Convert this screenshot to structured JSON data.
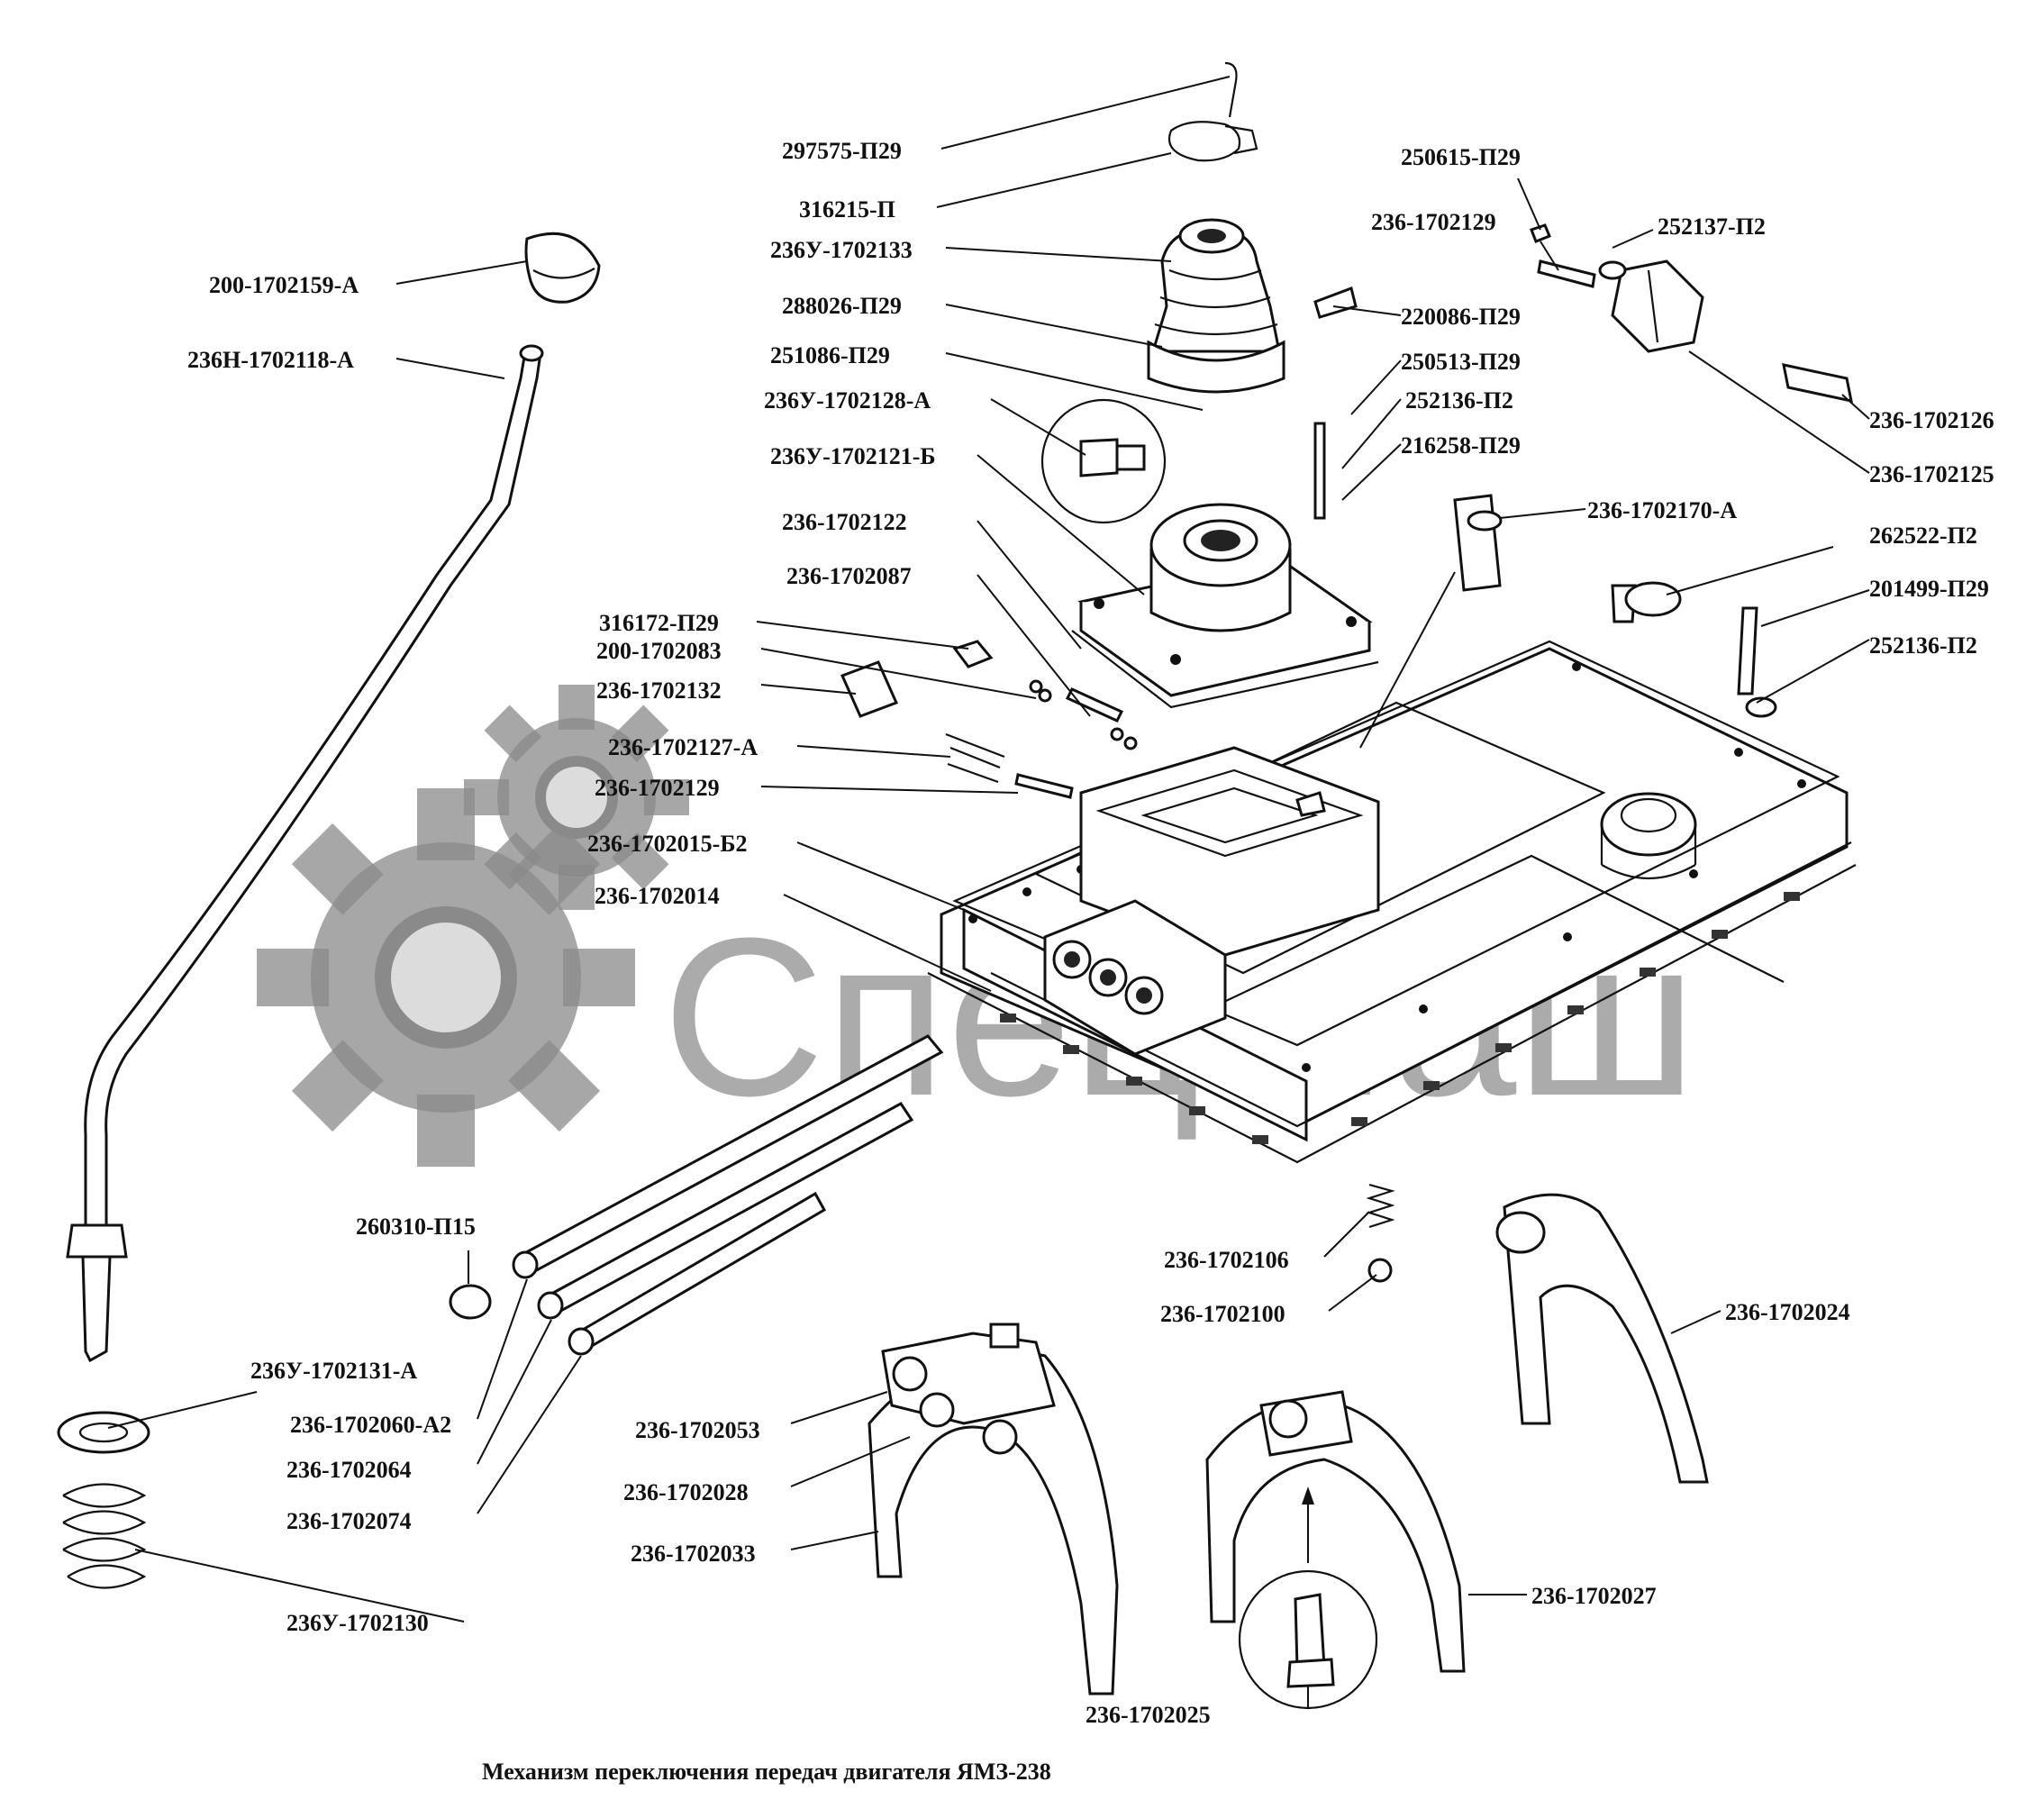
{
  "caption": "Механизм переключения передач двигателя  ЯМЗ-238",
  "watermark": {
    "text": "СпецМаш",
    "color": "#8a8a8a",
    "logo": "gear-logo"
  },
  "labels": [
    "297575-П29",
    "316215-П",
    "236У-1702133",
    "288026-П29",
    "251086-П29",
    "236У-1702128-А",
    "236У-1702121-Б",
    "236-1702122",
    "236-1702087",
    "316172-П29",
    "200-1702083",
    "236-1702132",
    "236-1702127-А",
    "236-1702129",
    "236-1702015-Б2",
    "236-1702014",
    "200-1702159-А",
    "236Н-1702118-А",
    "250615-П29",
    "236-1702129",
    "252137-П2",
    "220086-П29",
    "250513-П29",
    "252136-П2",
    "216258-П29",
    "236-1702126",
    "236-1702125",
    "236-1702170-А",
    "262522-П2",
    "201499-П29",
    "252136-П2",
    "260310-П15",
    "236У-1702131-А",
    "236-1702060-А2",
    "236-1702064",
    "236-1702074",
    "236У-1702130",
    "236-1702053",
    "236-1702028",
    "236-1702033",
    "236-1702106",
    "236-1702100",
    "236-1702024",
    "236-1702027",
    "236-1702025"
  ]
}
